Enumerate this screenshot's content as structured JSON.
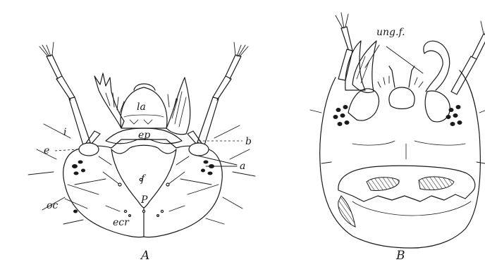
{
  "figure": {
    "panel_a": {
      "caption": "A",
      "labels": {
        "la": "la",
        "ep": "ep",
        "i": "i",
        "e": "e",
        "b": "b",
        "a": "a",
        "f": "f",
        "p": "P",
        "oc": "oc",
        "ecr": "ecr"
      }
    },
    "panel_b": {
      "caption": "B",
      "labels": {
        "ung_f": "ung.f."
      }
    }
  }
}
